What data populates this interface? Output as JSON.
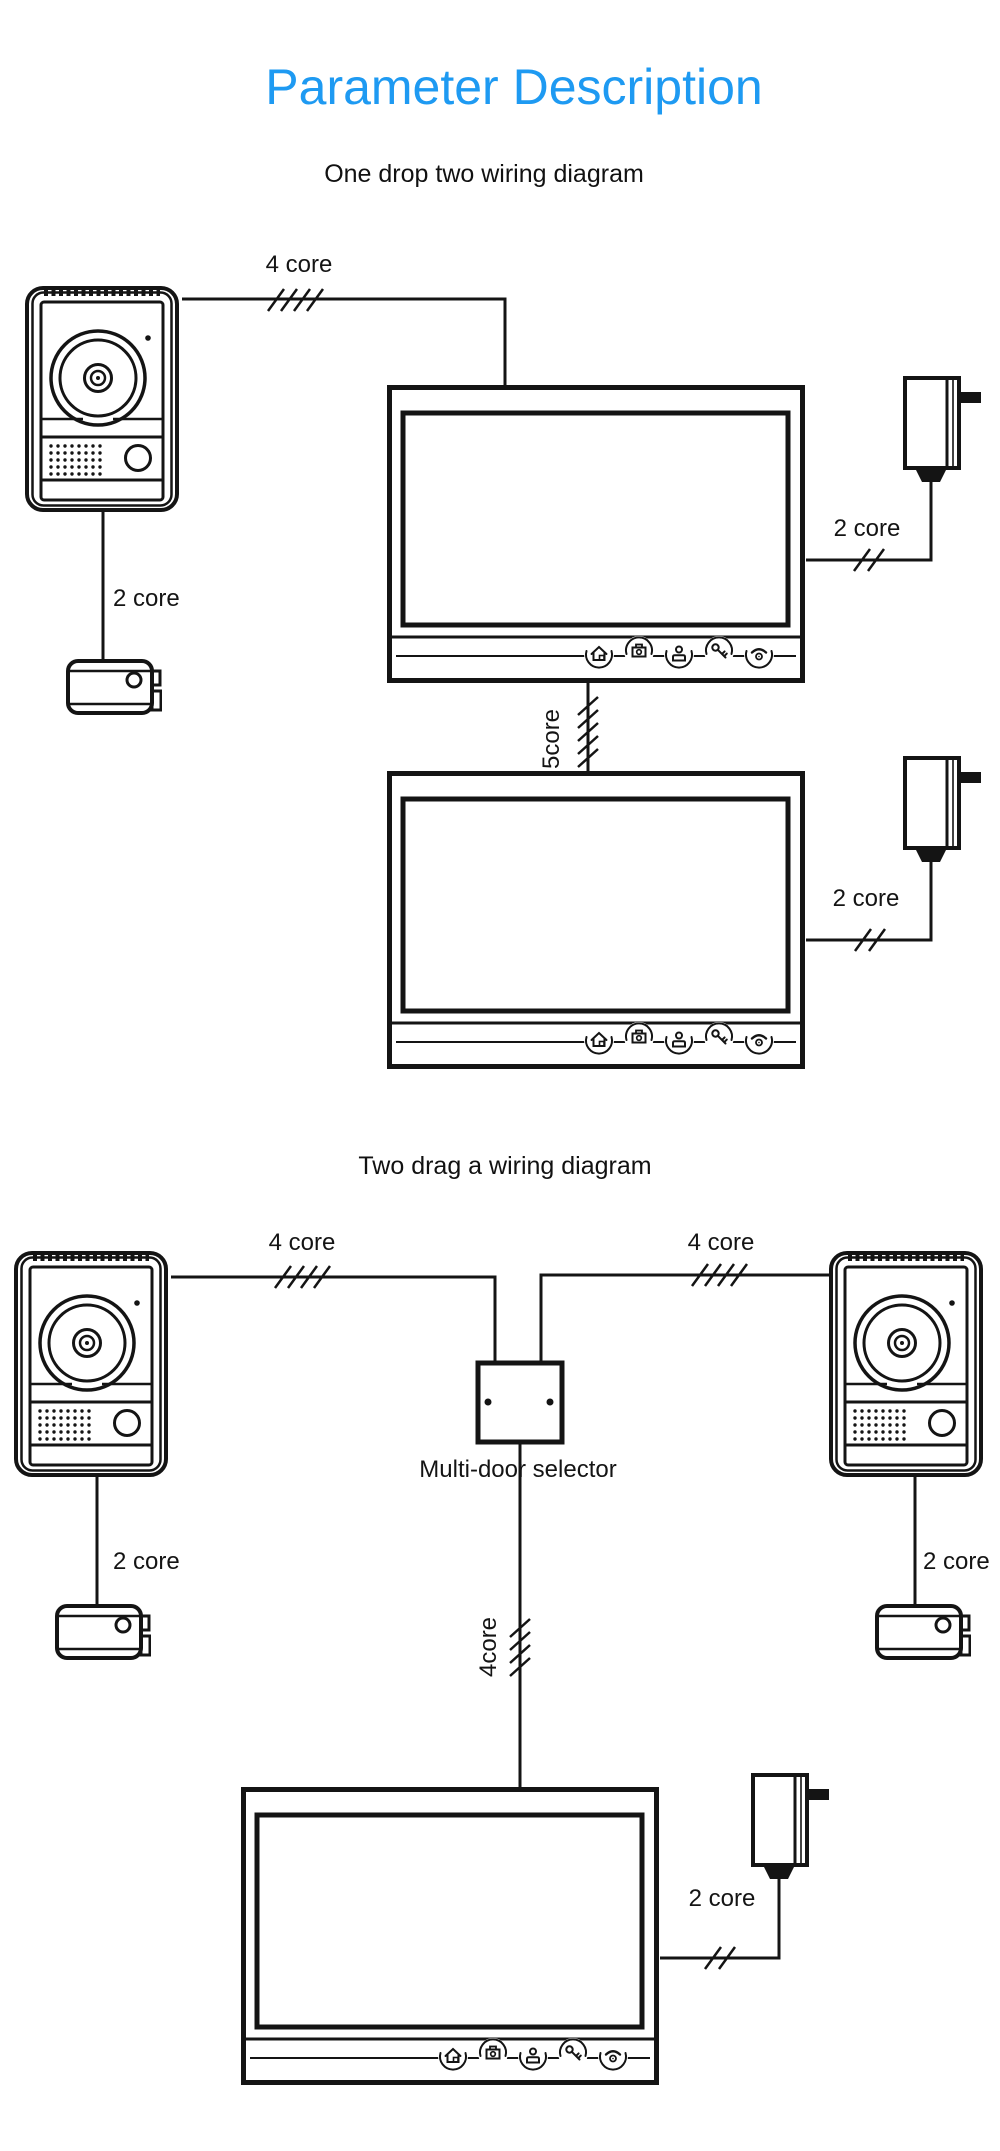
{
  "title": {
    "text": "Parameter Description",
    "color": "#1e9af2"
  },
  "line_color": "#141414",
  "diagrams": [
    {
      "subtitle": "One drop two wiring diagram",
      "wire_labels": {
        "door_to_monitor": "4 core",
        "door_to_lock": "2 core",
        "power_to_monitor1": "2 core",
        "monitor_to_monitor": "5core",
        "power_to_monitor2": "2 core"
      }
    },
    {
      "subtitle": "Two drag a wiring diagram",
      "selector_label": "Multi-door selector",
      "wire_labels": {
        "left_door_to_selector": "4 core",
        "right_door_to_selector": "4 core",
        "left_door_to_lock": "2 core",
        "right_door_to_lock": "2 core",
        "selector_to_monitor": "4core",
        "power_to_monitor": "2 core"
      }
    }
  ],
  "components": {
    "door_station": "outdoor camera door station",
    "indoor_monitor": "indoor monitor",
    "power_adapter": "power adapter",
    "door_lock": "electric lock",
    "selector": "multi-door selector box"
  },
  "monitor_button_icons": [
    "home-icon",
    "camera-icon",
    "person-icon",
    "key-icon",
    "phone-icon"
  ]
}
